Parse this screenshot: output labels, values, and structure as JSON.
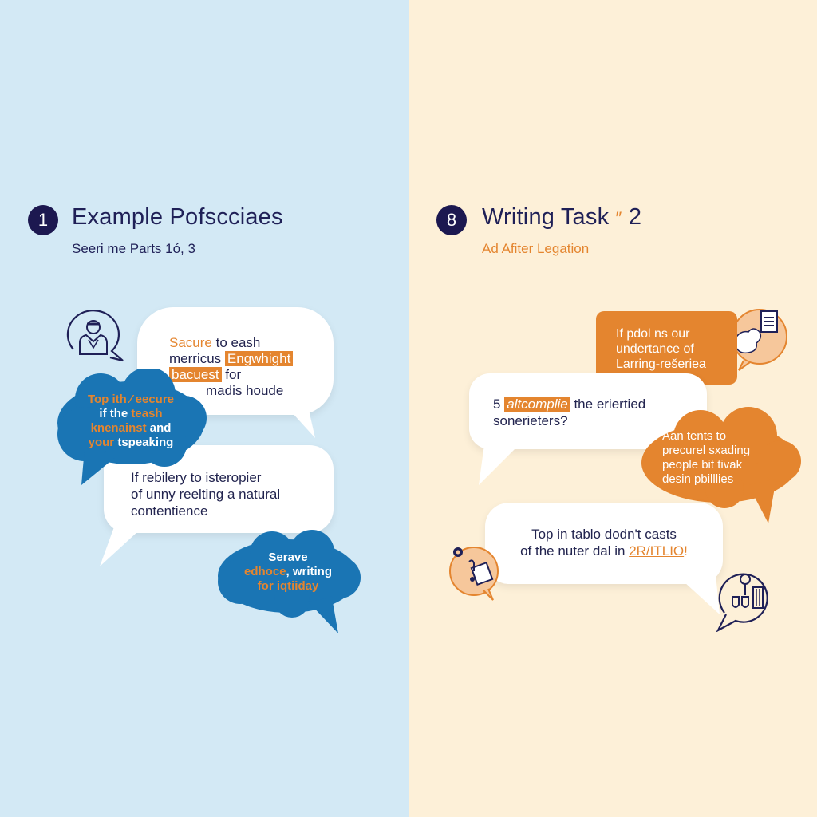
{
  "colors": {
    "left_bg": "#d3e9f5",
    "right_bg": "#fdf0d8",
    "navy": "#1f2057",
    "badge": "#1c1850",
    "blue_cloud": "#1a75b4",
    "orange": "#e4852f",
    "orange_light": "#f6c79b"
  },
  "left": {
    "badge": "1",
    "title": "Example Pofscciaes",
    "subtitle": "Seeri me Parts 1ó, 3",
    "bubble1": {
      "line1_accent": "Sacure",
      "line1_rest": " to eash",
      "line2_text": "merricus ",
      "line2_highlight": "Engwhight",
      "line3_highlight": "bacuest",
      "line3_rest": " for",
      "line4": "madis houde"
    },
    "cloud1": {
      "line1": "Top ith ⁄ eecure",
      "line2_white": "if the ",
      "line2_orange": "teash",
      "line3_orange": "knenainst",
      "line3_white": " and",
      "line4_orange": "your",
      "line4_white": " tspeaking"
    },
    "bubble2": {
      "line1": "If rebilery to isteropier",
      "line2": "of unny reelting a natural",
      "line3": "contentience"
    },
    "cloud2": {
      "line1": "Serave",
      "line2_orange": "edhoce",
      "line2_white": ", writing",
      "line3": "for iqtiiday"
    }
  },
  "right": {
    "badge": "8",
    "title": "Writing Task",
    "title_mark": "″",
    "title_num": "2",
    "subtitle": "Ad Afiter Legation",
    "orange_box": {
      "line1": "If pdol ns our",
      "line2": "undertance of",
      "line3": "Larring-rešeriea"
    },
    "bubble1": {
      "prefix": "5 ",
      "highlight": "altcomplie",
      "rest": " the eriertied",
      "line2": "sonerieters?"
    },
    "cloud": {
      "line1": "Aan tents to",
      "line2": "precurel sxading",
      "line3": "people bit tivak",
      "line4": "desin pbilllies"
    },
    "bubble2": {
      "line1": "Top in tablo dodn't casts",
      "line2_text": "of the nuter dal in ",
      "line2_link": "2R/ITLIO",
      "line2_end": "!"
    }
  }
}
